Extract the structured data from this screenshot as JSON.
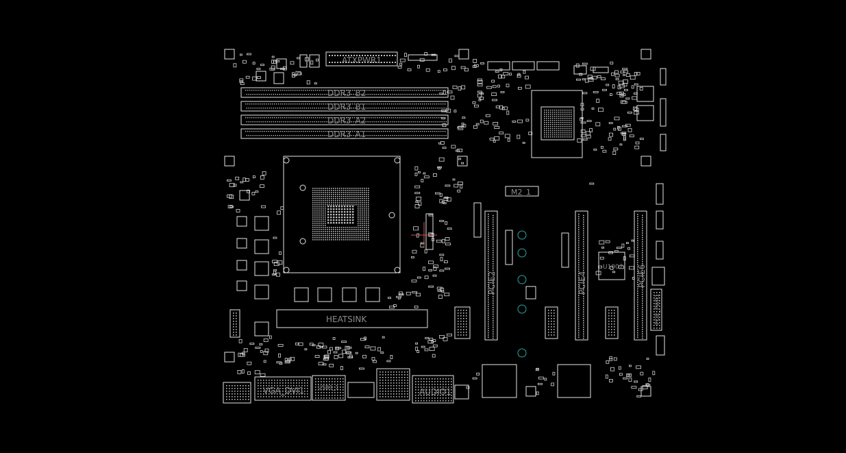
{
  "board": {
    "colors": {
      "background": "#000000",
      "outline": "#e6e6e6",
      "label": "#8c8c8c",
      "via": "#2aa6a6",
      "marker": "#c25a5a"
    },
    "labels": {
      "atx": "ATXPWR1",
      "ddr_b2": "DDR3_B2",
      "ddr_b1": "DDR3_B1",
      "ddr_a2": "DDR3_A2",
      "ddr_a1": "DDR3_A1",
      "m2": "M2_1",
      "pcie6": "PCIE6",
      "pcie4": "PCIE4",
      "pcie2": "PCIE2",
      "pcie_pwr": "PCIE_PWR1",
      "u1007": "U1007",
      "heatsink": "HEATSINK",
      "vga": "VGA_DVI1",
      "usb": "USB3_1",
      "audio": "AUDIO1"
    }
  }
}
